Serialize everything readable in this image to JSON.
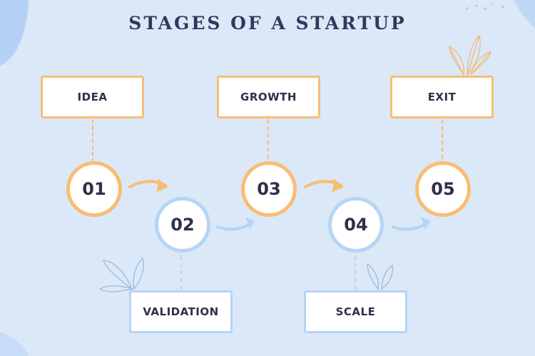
{
  "title": "STAGES OF A STARTUP",
  "stages": [
    {
      "number": "01",
      "label": "IDEA"
    },
    {
      "number": "02",
      "label": "VALIDATION"
    },
    {
      "number": "03",
      "label": "GROWTH"
    },
    {
      "number": "04",
      "label": "SCALE"
    },
    {
      "number": "05",
      "label": "EXIT"
    }
  ],
  "colors": {
    "background": "#dbe8f8",
    "orange_accent": "#f8bd72",
    "blue_accent": "#b6d4f5",
    "text_dark": "#2e3048",
    "title": "#34365d"
  }
}
